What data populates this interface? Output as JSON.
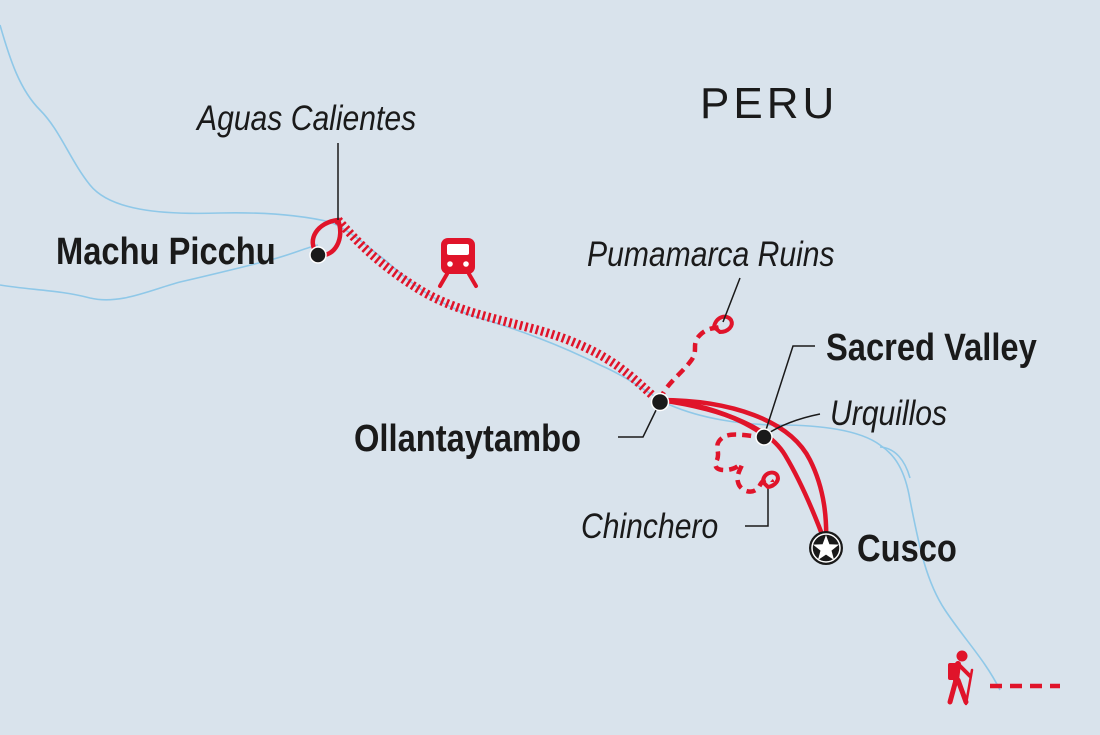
{
  "country": "PERU",
  "places": {
    "machu_picchu": "Machu Picchu",
    "aguas_calientes": "Aguas Calientes",
    "ollantaytambo": "Ollantaytambo",
    "pumamarca_ruins": "Pumamarca Ruins",
    "sacred_valley": "Sacred Valley",
    "urquillos": "Urquillos",
    "chinchero": "Chinchero",
    "cusco": "Cusco"
  },
  "icons": {
    "train": "train-icon",
    "hiker": "hiker-icon",
    "start": "star-icon"
  },
  "colors": {
    "land": "#d9e3ec",
    "river": "#8fc8e8",
    "route": "#e0142a",
    "text": "#1a1a1a"
  }
}
